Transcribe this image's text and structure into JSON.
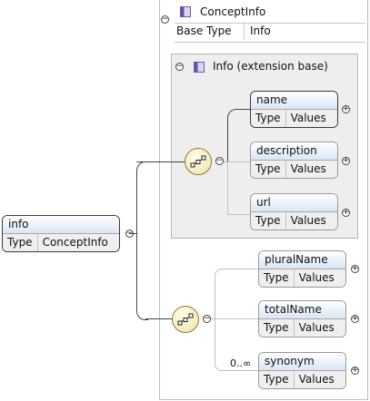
{
  "complex_type": {
    "name": "ConceptInfo",
    "base_type_label": "Base Type",
    "base_type_value": "Info"
  },
  "extension": {
    "label": "Info (extension base)"
  },
  "root": {
    "name": "info",
    "type_label": "Type",
    "type_value": "ConceptInfo"
  },
  "extension_elements": [
    {
      "name": "name",
      "type_label": "Type",
      "type_value": "Values"
    },
    {
      "name": "description",
      "type_label": "Type",
      "type_value": "Values"
    },
    {
      "name": "url",
      "type_label": "Type",
      "type_value": "Values"
    }
  ],
  "own_elements": [
    {
      "name": "pluralName",
      "type_label": "Type",
      "type_value": "Values"
    },
    {
      "name": "totalName",
      "type_label": "Type",
      "type_value": "Values"
    },
    {
      "name": "synonym",
      "type_label": "Type",
      "type_value": "Values",
      "cardinality": "0..∞"
    }
  ],
  "colors": {
    "element_header": "#d9e6f6",
    "panel_bg": "#eeeeee",
    "sequence_fill": "#f2e4a8",
    "type_icon": "#6a4fb2"
  },
  "icons": [
    "collapse-icon",
    "expand-icon",
    "sequence-compositor-icon",
    "complex-type-icon"
  ]
}
